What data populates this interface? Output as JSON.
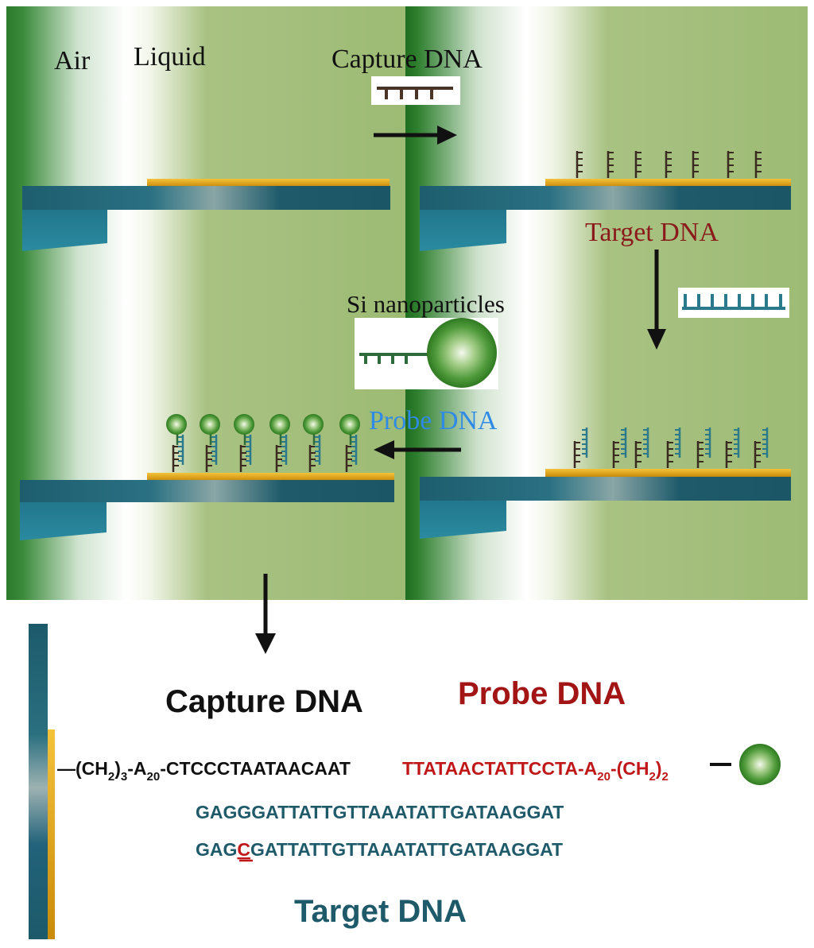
{
  "labels": {
    "air": "Air",
    "liquid": "Liquid",
    "capture_dna": "Capture DNA",
    "target_dna": "Target DNA",
    "si_nanoparticles": "Si nanoparticles",
    "probe_dna": "Probe DNA"
  },
  "sequence_panel": {
    "capture_title": "Capture DNA",
    "probe_title": "Probe DNA",
    "target_title": "Target DNA",
    "capture_seq": {
      "p1": "—(CH",
      "s1": "2",
      "p2": ")",
      "s2": "3",
      "p3": "-A",
      "s3": "20",
      "p4": "-CTCCCTAATAACAAT"
    },
    "probe_seq": {
      "p1": "TTATAACTATTCCTA-A",
      "s1": "20",
      "p2": "-(CH",
      "s2": "2",
      "p3": ")",
      "s3": "2"
    },
    "target_seq_1": "GAGGGATTATTGTTAAATATTGATAAGGAT",
    "target_seq_2": {
      "pre": "GAG",
      "mismatch": "C",
      "post": "GATTATTGTTAAATATTGATAAGGAT"
    }
  },
  "colors": {
    "background_green": "#9dbb74",
    "air_green": "#2e7d32",
    "cantilever_teal": "#1a5b6b",
    "gold_layer": "#e6a817",
    "capture_strand": "#3b2a20",
    "target_strand": "#2a7a8c",
    "probe_text": "#2e8ae6",
    "target_label_red": "#9b1c1c",
    "sequence_red": "#c01818",
    "sequence_teal": "#1f5a6a",
    "nanoparticle_green": "#3d8a2a"
  }
}
